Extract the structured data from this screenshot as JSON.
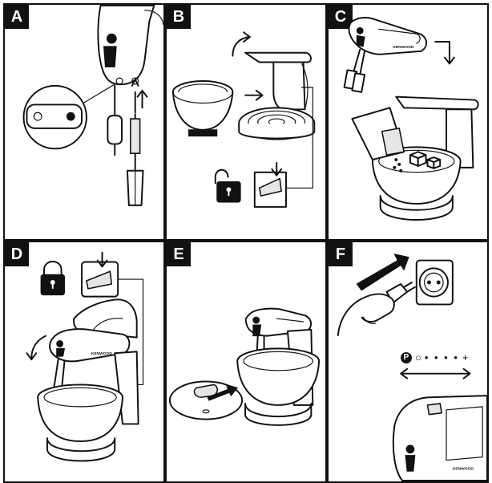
{
  "panels": [
    {
      "id": "A",
      "label": "A"
    },
    {
      "id": "B",
      "label": "B"
    },
    {
      "id": "C",
      "label": "C"
    },
    {
      "id": "D",
      "label": "D"
    },
    {
      "id": "E",
      "label": "E"
    },
    {
      "id": "F",
      "label": "F"
    }
  ],
  "brand_text": "KENWOOD",
  "speed_scale": {
    "pulse": "P",
    "off": "○",
    "steps": "• • • •",
    "max": "+"
  },
  "icons": [
    "lock-open-icon",
    "lock-closed-icon",
    "arrow-icon",
    "rotate-arrow-icon",
    "bowl-icon",
    "mixer-icon",
    "plug-icon",
    "socket-icon"
  ]
}
